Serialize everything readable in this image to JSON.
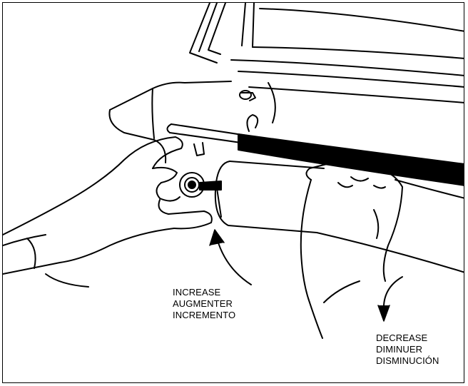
{
  "increase_label": [
    "INCREASE",
    "AUGMENTER",
    "INCREMENTO"
  ],
  "decrease_label": [
    "DECREASE",
    "DIMINUER",
    "DISMINUCIÓN"
  ],
  "colors": {
    "line": "#000000",
    "background": "#ffffff"
  }
}
